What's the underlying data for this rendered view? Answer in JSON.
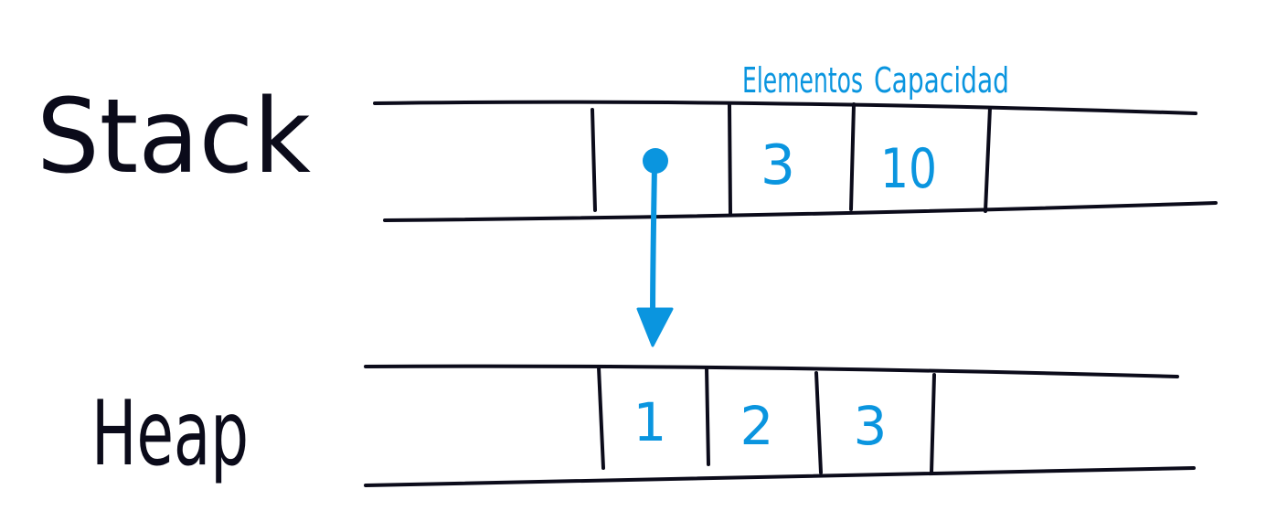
{
  "colors": {
    "ink": "#0b0b1a",
    "blue": "#0a95df",
    "background": "#ffffff"
  },
  "stack": {
    "title": "Stack",
    "header_elementos": "Elementos",
    "header_capacidad": "Capacidad",
    "value_elementos": "3",
    "value_capacidad": "10"
  },
  "heap": {
    "title": "Heap",
    "cells": [
      "1",
      "2",
      "3"
    ]
  }
}
